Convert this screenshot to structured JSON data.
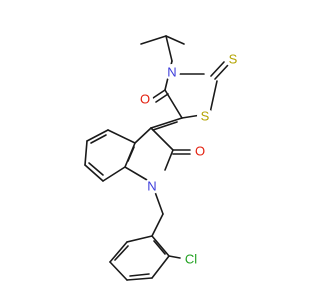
{
  "colors": {
    "bond": "#1a1a1a",
    "N": "#3d3ddb",
    "O": "#e3200f",
    "S": "#b3a300",
    "Cl": "#1fa01f"
  },
  "atoms": {
    "S_thione": "S",
    "N_thiazolidine": "N",
    "O_thiazolidine": "O",
    "S_ring": "S",
    "O_indolinone": "O",
    "N_indolinone": "N",
    "Cl": "Cl"
  }
}
